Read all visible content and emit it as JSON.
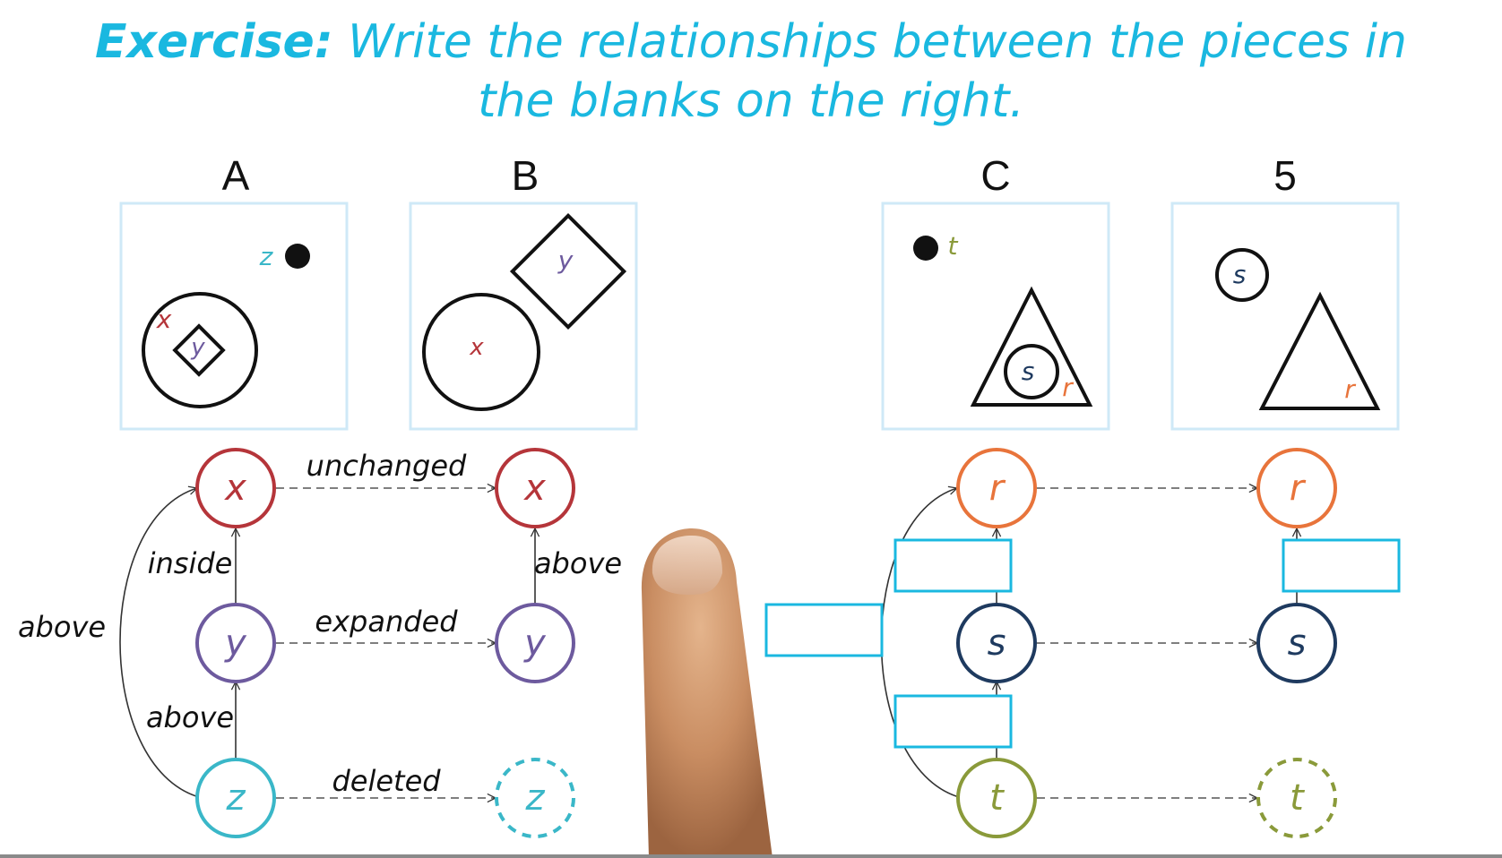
{
  "title": {
    "lead": "Exercise:",
    "line1": "Write the relationships between the pieces in",
    "line2": "the blanks on the right."
  },
  "colors": {
    "accent": "#1ab8e0",
    "x": "#b5353a",
    "y": "#6d5a9e",
    "z": "#3ab7c8",
    "r": "#e8743b",
    "s": "#1e3a5f",
    "t": "#8a9a3a",
    "frame": "#cfe9f7",
    "blank": "#1ab8e0"
  },
  "panels": [
    {
      "id": "A",
      "label": "A",
      "pieces": {
        "x": "x",
        "y": "y",
        "z": "z"
      }
    },
    {
      "id": "B",
      "label": "B",
      "pieces": {
        "x": "x",
        "y": "y"
      }
    },
    {
      "id": "C",
      "label": "C",
      "pieces": {
        "t": "t",
        "s": "s",
        "r": "r"
      }
    },
    {
      "id": "5",
      "label": "5",
      "pieces": {
        "s": "s",
        "r": "r"
      }
    }
  ],
  "graph_left": {
    "nodes": [
      {
        "id": "A-x",
        "letter": "x",
        "color": "x",
        "style": "solid"
      },
      {
        "id": "A-y",
        "letter": "y",
        "color": "y",
        "style": "solid"
      },
      {
        "id": "A-z",
        "letter": "z",
        "color": "z",
        "style": "solid"
      },
      {
        "id": "B-x",
        "letter": "x",
        "color": "x",
        "style": "solid"
      },
      {
        "id": "B-y",
        "letter": "y",
        "color": "y",
        "style": "solid"
      },
      {
        "id": "B-z",
        "letter": "z",
        "color": "z",
        "style": "dashed"
      }
    ],
    "labels": {
      "unchanged": "unchanged",
      "expanded": "expanded",
      "deleted": "deleted",
      "inside": "inside",
      "above_yz": "above",
      "above_zx": "above",
      "above_B": "above"
    }
  },
  "graph_right": {
    "nodes": [
      {
        "id": "C-r",
        "letter": "r",
        "color": "r",
        "style": "solid"
      },
      {
        "id": "C-s",
        "letter": "s",
        "color": "s",
        "style": "solid"
      },
      {
        "id": "C-t",
        "letter": "t",
        "color": "t",
        "style": "solid"
      },
      {
        "id": "5-r",
        "letter": "r",
        "color": "r",
        "style": "solid"
      },
      {
        "id": "5-s",
        "letter": "s",
        "color": "s",
        "style": "solid"
      },
      {
        "id": "5-t",
        "letter": "t",
        "color": "t",
        "style": "dashed"
      }
    ],
    "blanks": [
      "",
      "",
      "",
      ""
    ]
  },
  "finger": "fingertip-image"
}
